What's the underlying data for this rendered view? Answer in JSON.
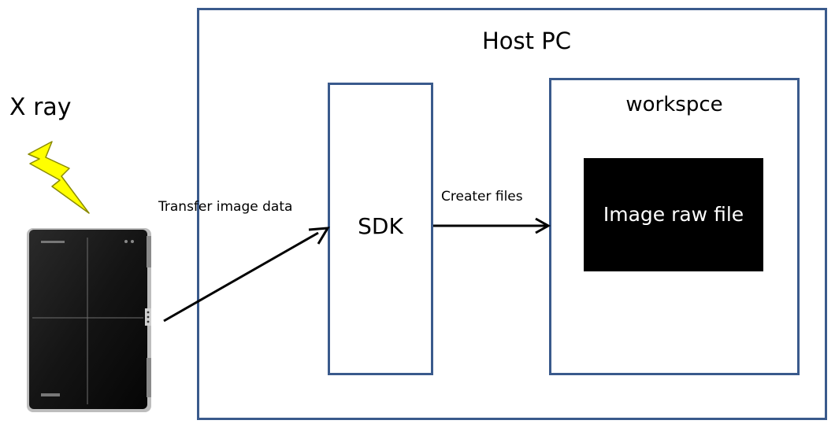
{
  "host": {
    "label": "Host PC"
  },
  "sdk": {
    "label": "SDK"
  },
  "workspace": {
    "label": "workspce"
  },
  "raw_file": {
    "label": "Image raw file"
  },
  "xray": {
    "label": "X ray"
  },
  "arrows": {
    "transfer_label": "Transfer image data",
    "creater_label": "Creater files"
  },
  "colors": {
    "box_border": "#3a5a8c",
    "lightning": "#ffff00",
    "detector": "#141414",
    "raw_file_bg": "#000000"
  },
  "icons": {
    "lightning": "lightning-bolt-icon",
    "detector": "flat-panel-detector-icon"
  }
}
